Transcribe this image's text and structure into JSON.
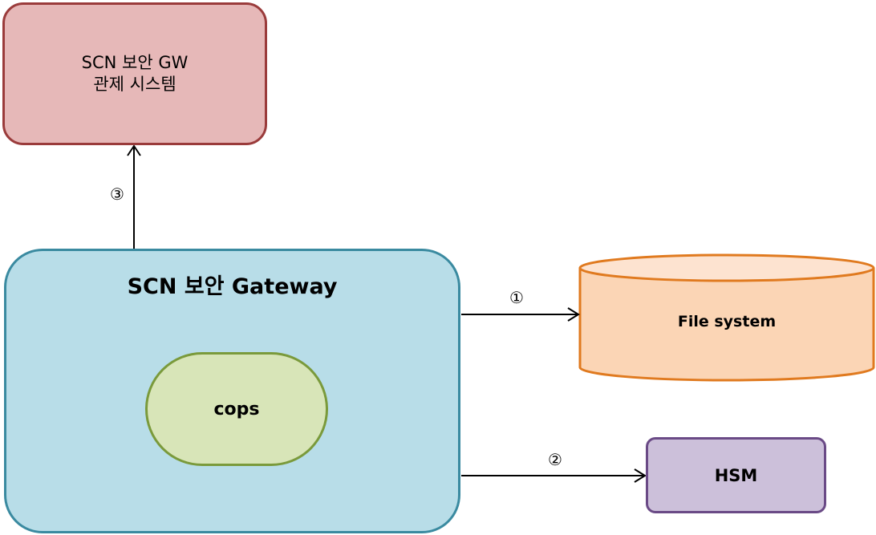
{
  "control_system": {
    "line1": "SCN 보안 GW",
    "line2": "관제 시스템"
  },
  "gateway": {
    "title": "SCN 보안 Gateway"
  },
  "cops": {
    "label": "cops"
  },
  "file_system": {
    "label": "File system"
  },
  "hsm": {
    "label": "HSM"
  },
  "steps": {
    "step1": "①",
    "step2": "②",
    "step3": "③"
  },
  "colors": {
    "control_fill": "#e6b8b8",
    "control_border": "#9a3b3b",
    "gateway_fill": "#b8dde8",
    "gateway_border": "#3a8aa0",
    "cops_fill": "#d8e5b8",
    "cops_border": "#7a9a3b",
    "fs_fill": "#fbd5b5",
    "fs_border": "#e07a1f",
    "hsm_fill": "#ccc0da",
    "hsm_border": "#6a4a86"
  }
}
